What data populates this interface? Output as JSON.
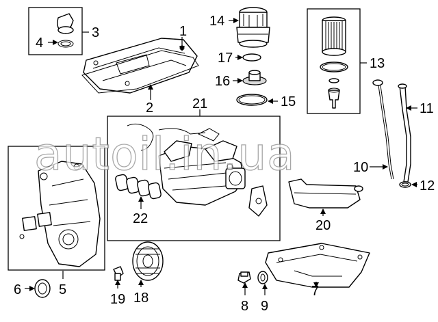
{
  "watermark": "autoil.in.ua",
  "callouts": {
    "c1": "1",
    "c2": "2",
    "c3": "3",
    "c4": "4",
    "c5": "5",
    "c6": "6",
    "c7": "7",
    "c8": "8",
    "c9": "9",
    "c10": "10",
    "c11": "11",
    "c12": "12",
    "c13": "13",
    "c14": "14",
    "c15": "15",
    "c16": "16",
    "c17": "17",
    "c18": "18",
    "c19": "19",
    "c20": "20",
    "c21": "21",
    "c22": "22"
  },
  "colors": {
    "line": "#000000",
    "background": "#ffffff",
    "watermark_outline": "#8a8a8a"
  }
}
